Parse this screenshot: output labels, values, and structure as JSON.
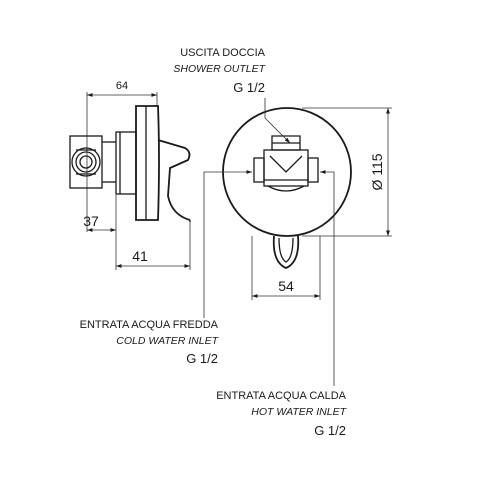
{
  "labels": {
    "shower_outlet": {
      "it": "USCITA DOCCIA",
      "en": "SHOWER OUTLET",
      "thread": "G 1/2"
    },
    "cold_inlet": {
      "it": "ENTRATA ACQUA FREDDA",
      "en": "COLD WATER INLET",
      "thread": "G 1/2"
    },
    "hot_inlet": {
      "it": "ENTRATA ACQUA CALDA",
      "en": "HOT WATER INLET",
      "thread": "G 1/2"
    }
  },
  "dimensions": {
    "overall_depth": "64",
    "body_depth": "37",
    "lever_depth": "41",
    "plate_diameter": "Ø 115",
    "lever_width": "54"
  },
  "colors": {
    "line": "#1a1a1a",
    "background": "#ffffff"
  }
}
